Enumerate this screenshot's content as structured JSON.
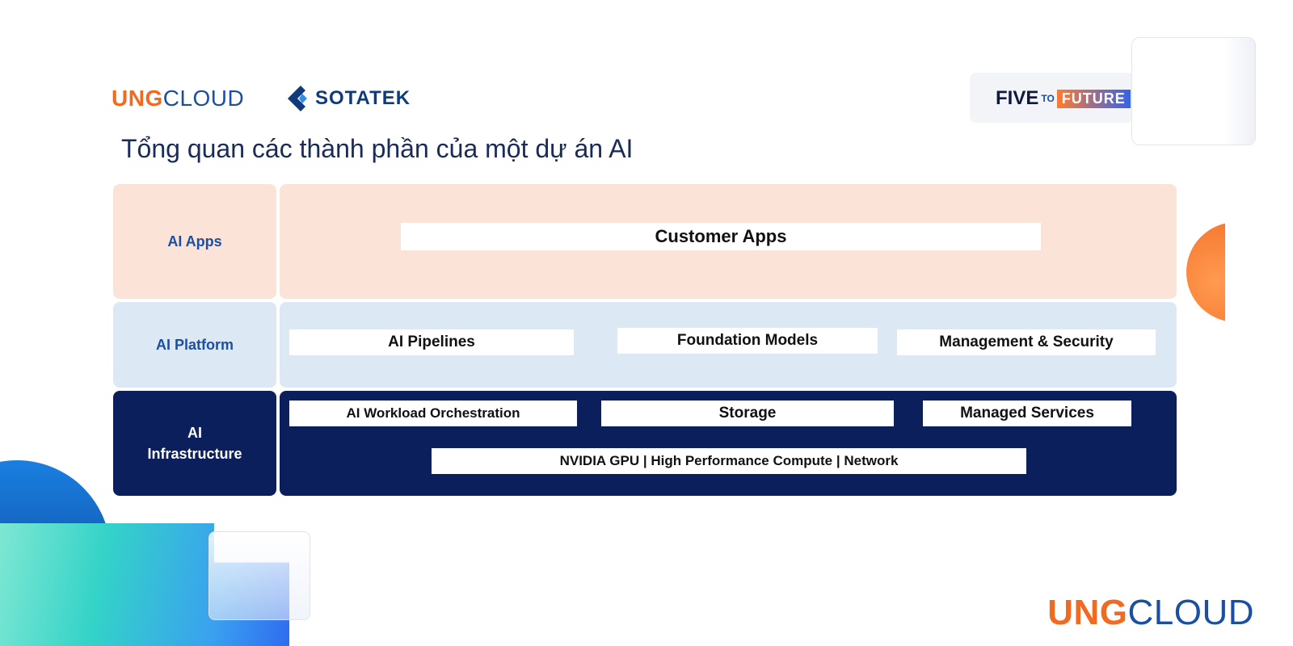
{
  "header": {
    "logo_vng_part1": "UNG",
    "logo_vng_part2": "CLOUD",
    "logo_sotatek": "SOTATEK",
    "logo_five": "FIVE",
    "logo_to": "TO",
    "logo_future": "FUTURE"
  },
  "title": "Tổng quan các thành phần của một dự án AI",
  "diagram": {
    "rows": [
      {
        "label": "AI Apps",
        "boxes": [
          "Customer Apps"
        ]
      },
      {
        "label": "AI Platform",
        "boxes": [
          "AI Pipelines",
          "Foundation Models",
          "Management & Security"
        ]
      },
      {
        "label_line1": "AI",
        "label_line2": "Infrastructure",
        "boxes": [
          "AI Workload Orchestration",
          "Storage",
          "Managed Services",
          "NVIDIA GPU | High Performance Compute | Network"
        ]
      }
    ]
  },
  "footer": {
    "logo_vng_part1": "UNG",
    "logo_vng_part2": "CLOUD"
  },
  "colors": {
    "apps_bg": "#fbe3d8",
    "platform_bg": "#dde8f5",
    "infra_bg": "#0b1f5c",
    "label_text_blue": "#1b4fa3",
    "accent_orange": "#f26a21"
  }
}
